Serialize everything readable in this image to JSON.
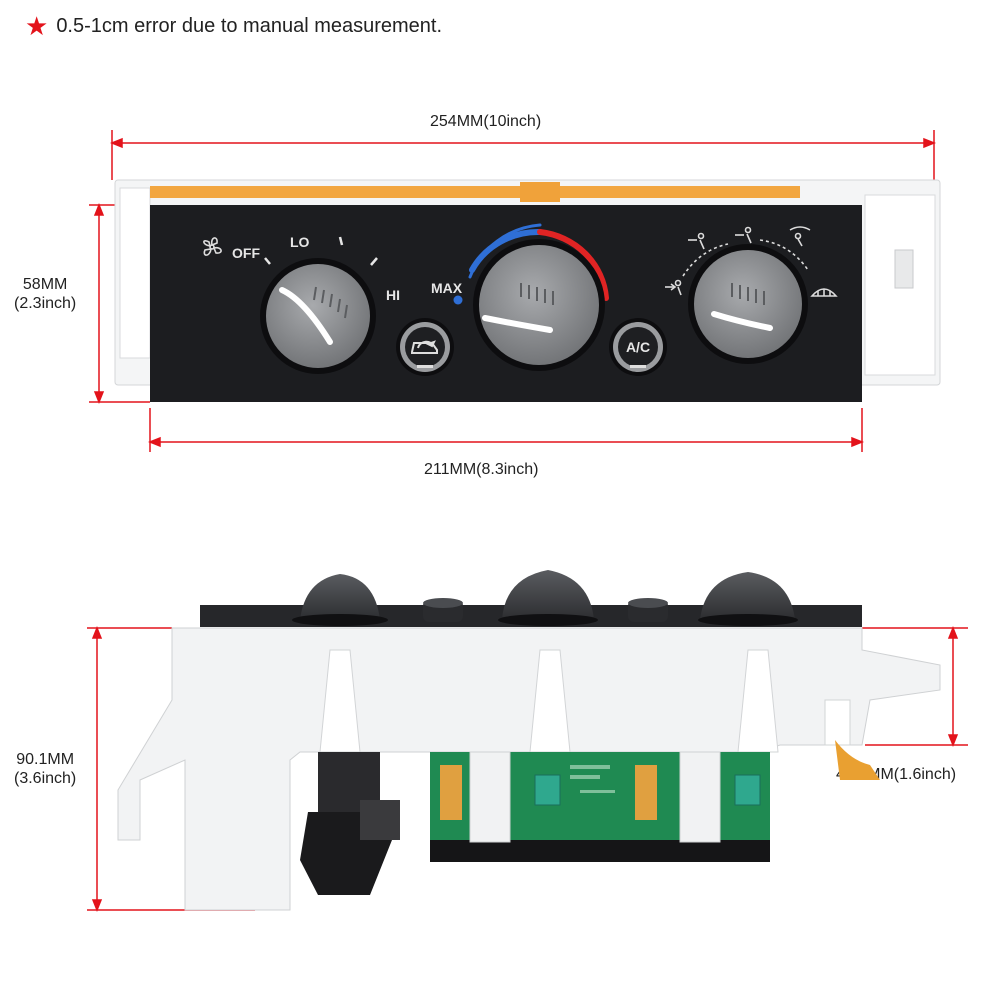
{
  "note": {
    "icon": "star-icon",
    "text": "0.5-1cm error due to manual measurement."
  },
  "dimensions": {
    "width_total": "254MM(10inch)",
    "height_front_mm": "58MM",
    "height_front_in": "(2.3inch)",
    "width_face": "211MM(8.3inch)",
    "depth_total_mm": "90.1MM",
    "depth_total_in": "(3.6inch)",
    "depth_housing": "40.6MM(1.6inch)"
  },
  "panel_labels": {
    "off": "OFF",
    "lo": "LO",
    "hi": "HI",
    "max": "MAX",
    "ac": "A/C"
  },
  "colors": {
    "dimension_line": "#e3131b",
    "panel": "#1c1d20",
    "cold": "#2f6fd6",
    "hot": "#e02424",
    "knob": "#8d8f92"
  }
}
